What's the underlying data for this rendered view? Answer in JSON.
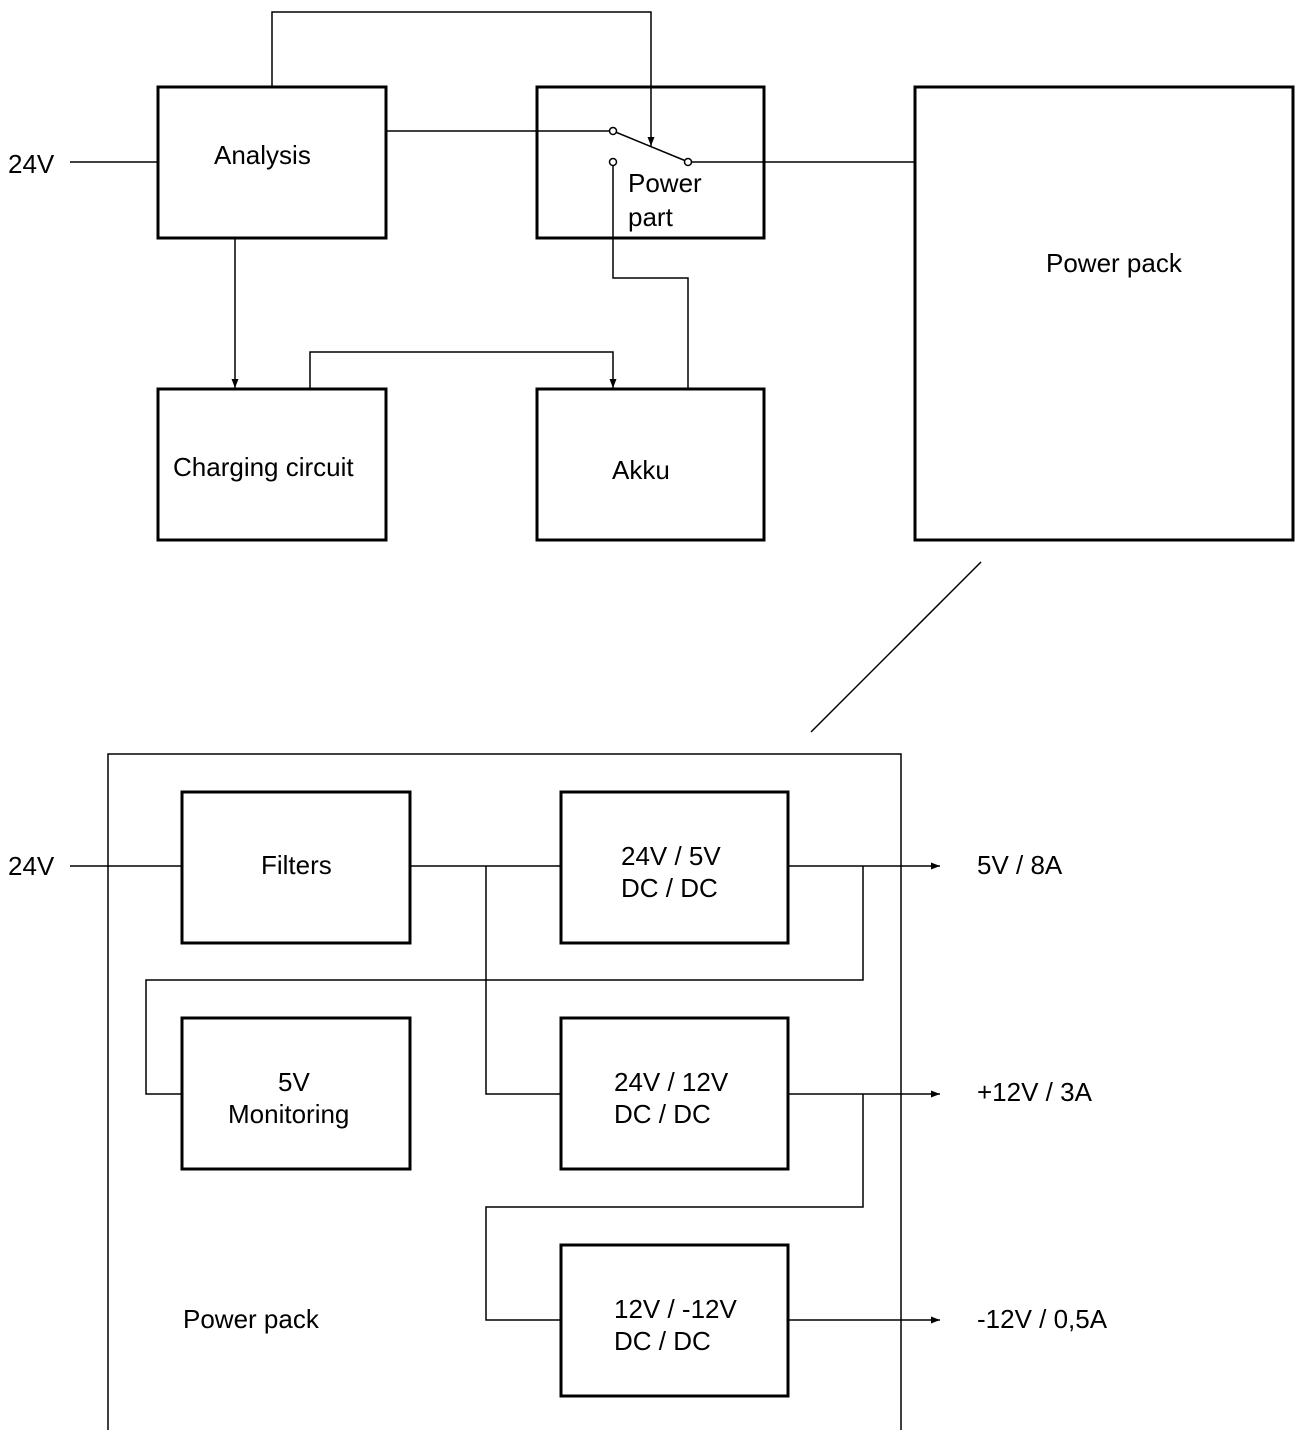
{
  "top": {
    "input_label": "24V",
    "analysis": "Analysis",
    "power_part_line1": "Power",
    "power_part_line2": "part",
    "power_pack": "Power pack",
    "charging_circuit": "Charging circuit",
    "akku": "Akku"
  },
  "bottom": {
    "input_label": "24V",
    "filters": "Filters",
    "conv5_line1": "24V / 5V",
    "conv5_line2": "DC / DC",
    "monitoring_line1": "5V",
    "monitoring_line2": "Monitoring",
    "conv12_line1": "24V / 12V",
    "conv12_line2": "DC / DC",
    "convneg12_line1": "12V / -12V",
    "convneg12_line2": "DC / DC",
    "container_label": "Power pack",
    "out_5v": "5V / 8A",
    "out_12v": "+12V / 3A",
    "out_neg12v": "-12V / 0,5A"
  }
}
